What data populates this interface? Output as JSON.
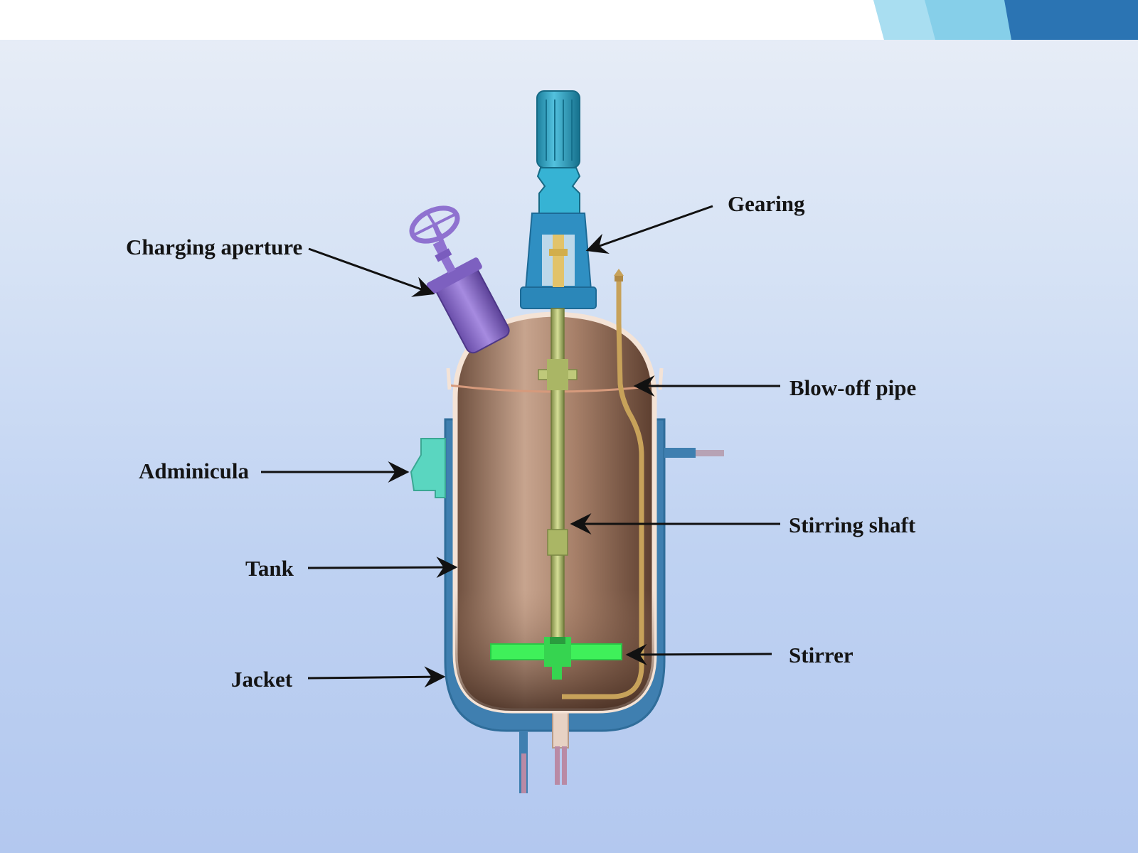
{
  "labels": {
    "gearing": "Gearing",
    "charging_aperture": "Charging aperture",
    "blow_off_pipe": "Blow-off pipe",
    "adminicula": "Adminicula",
    "stirring_shaft": "Stirring shaft",
    "tank": "Tank",
    "stirrer": "Stirrer",
    "jacket": "Jacket"
  },
  "colors": {
    "background": "#c7d7f2",
    "tank_body": "#8a6a55",
    "jacket": "#3f7fb0",
    "gearing": "#2aa6c6",
    "charging_aperture": "#8a6ac8",
    "stirring_shaft": "#a9b56a",
    "stirrer": "#3ff05a",
    "adminicula": "#5ad6c0",
    "blow_off_pipe": "#c7a25a",
    "accent_band": "#1e6fb2"
  }
}
